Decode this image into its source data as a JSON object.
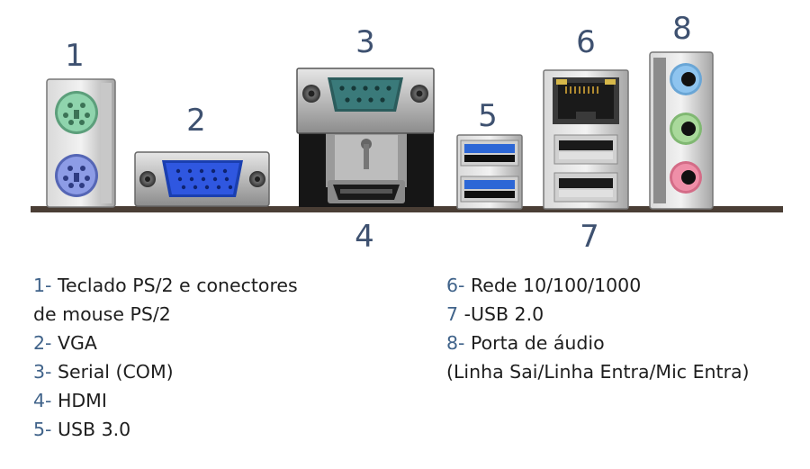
{
  "ports": [
    {
      "number": "1"
    },
    {
      "number": "2"
    },
    {
      "number": "3"
    },
    {
      "number": "4"
    },
    {
      "number": "5"
    },
    {
      "number": "6"
    },
    {
      "number": "7"
    },
    {
      "number": "8"
    }
  ],
  "legend": {
    "left": [
      {
        "num": "1-",
        "text": " Teclado PS/2 e conectores"
      },
      {
        "num": "",
        "text": "de mouse PS/2"
      },
      {
        "num": "2-",
        "text": " VGA"
      },
      {
        "num": "3-",
        "text": " Serial (COM)"
      },
      {
        "num": "4-",
        "text": " HDMI"
      },
      {
        "num": "5-",
        "text": " USB 3.0"
      }
    ],
    "right": [
      {
        "num": "6-",
        "text": " Rede 10/100/1000"
      },
      {
        "num": "7",
        "text": " -USB 2.0"
      },
      {
        "num": "8-",
        "text": " Porta de áudio"
      },
      {
        "num": "",
        "text": "(Linha Sai/Linha Entra/Mic Entra)"
      }
    ]
  },
  "colors": {
    "ps2_keyboard": "#8fd4ad",
    "ps2_mouse": "#7e8fe0",
    "vga": "#2f57e0",
    "serial": "#3a7a7a",
    "usb3": "#2d67d6",
    "audio_blue": "#8ec4ef",
    "audio_green": "#a9d99b",
    "audio_pink": "#ef8fa8",
    "board": "#4a3e35"
  }
}
